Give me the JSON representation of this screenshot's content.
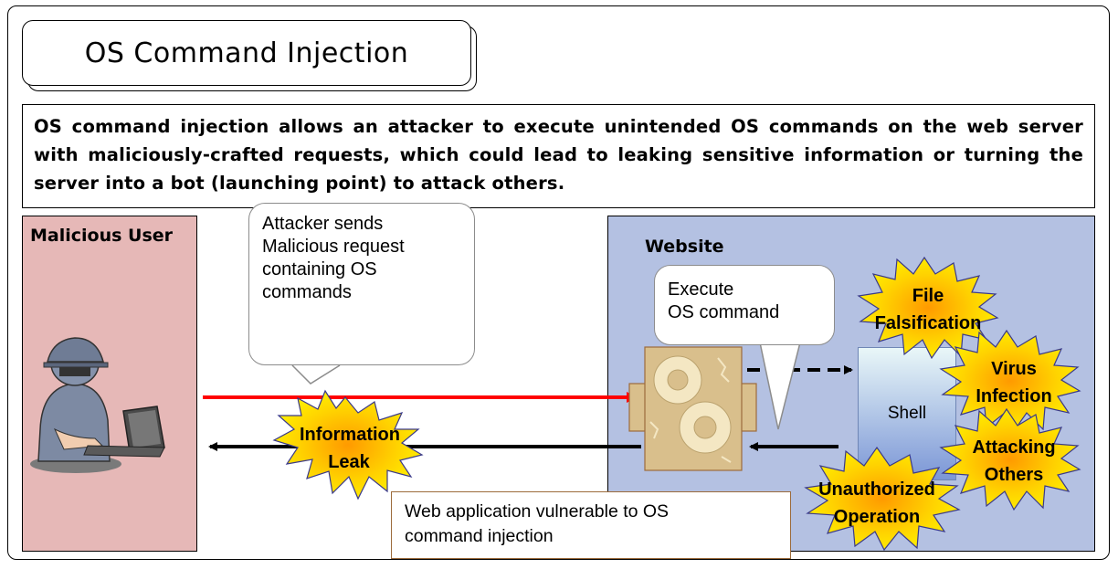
{
  "title": "OS Command Injection",
  "description": "OS command injection allows an attacker to execute unintended OS commands on the web server with maliciously-crafted requests, which could lead to leaking sensitive information or turning the server into a bot (launching point) to attack others.",
  "malicious_user": {
    "label": "Malicious User"
  },
  "website": {
    "label": "Website"
  },
  "attacker_bubble": [
    "Attacker sends",
    "Malicious request",
    "containing OS",
    "commands"
  ],
  "execute_bubble": [
    "Execute",
    "OS command"
  ],
  "shell_label": "Shell",
  "webapp_callout": [
    "Web application vulnerable to OS",
    "command injection"
  ],
  "bursts": {
    "information_leak": [
      "Information",
      "Leak"
    ],
    "file_falsification": [
      "File",
      "Falsification"
    ],
    "virus_infection": [
      "Virus",
      "Infection"
    ],
    "attacking_others": [
      "Attacking",
      "Others"
    ],
    "unauthorized_operation": [
      "Unauthorized",
      "Operation"
    ]
  },
  "colors": {
    "user_panel": "#e6b8b7",
    "website_panel": "#b4c1e2",
    "request_arrow": "#ff0000",
    "burst_fill": "#ffe600",
    "burst_center": "#ff9a00",
    "gear_box": "#d9bf8c"
  }
}
